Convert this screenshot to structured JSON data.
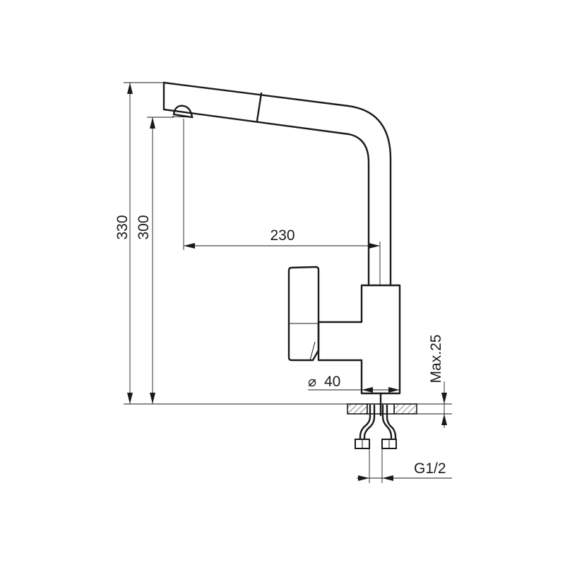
{
  "drawing": {
    "dimensions": {
      "total_height": "330",
      "spout_height": "300",
      "reach": "230",
      "base_diameter_symbol": "⌀",
      "base_diameter": "40",
      "max_counter_thickness": "Max.25",
      "connection_thread": "G1/2"
    }
  }
}
